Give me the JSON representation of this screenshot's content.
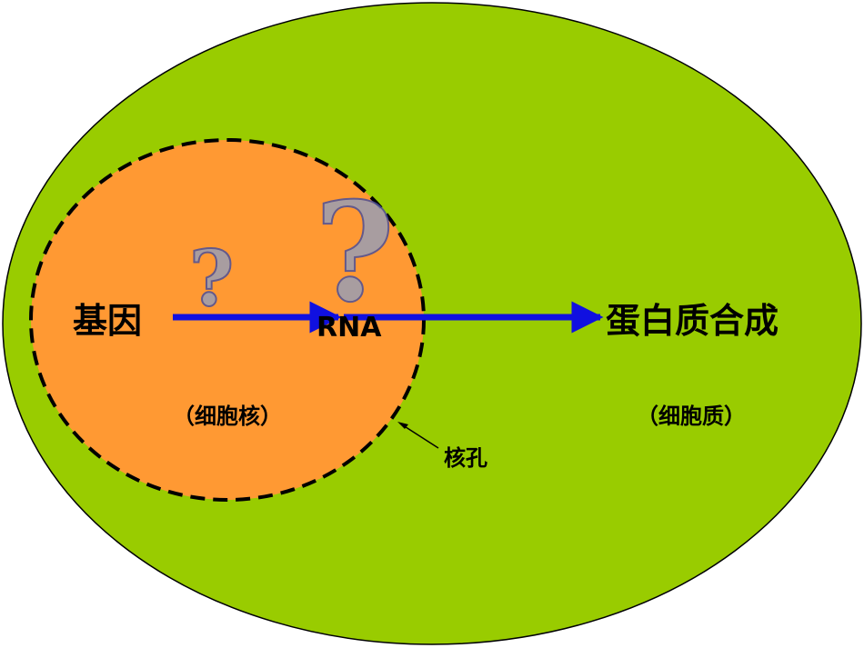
{
  "labels": {
    "gene": "基因",
    "rna": "RNA",
    "protein": "蛋白质合成",
    "nucleus": "（细胞核）",
    "cytoplasm": "（细胞质）",
    "pore": "核孔"
  },
  "question_marks": [
    "?",
    "?"
  ],
  "colors": {
    "cell": "#99cc00",
    "nucleus": "#ff9933",
    "arrow": "#1010e0"
  }
}
